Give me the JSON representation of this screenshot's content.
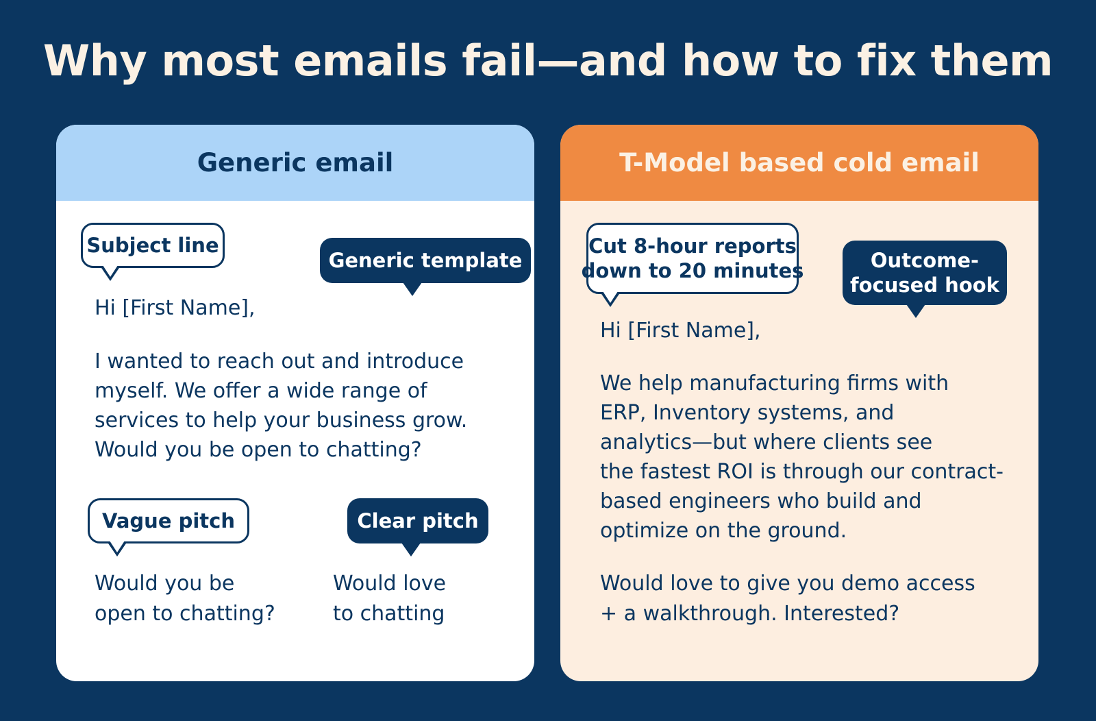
{
  "title": "Why most emails fail—and how to fix them",
  "generic": {
    "header": "Generic email",
    "subject_label": "Subject line",
    "template_label": "Generic template",
    "greeting": "Hi [First Name],",
    "body": [
      "I wanted to reach out and introduce",
      "myself. We offer a wide range of",
      "services to help your business grow.",
      "Would you be open to chatting?"
    ],
    "vague_label": "Vague pitch",
    "clear_label": "Clear pitch",
    "vague_text": [
      "Would you be",
      "open to chatting?"
    ],
    "clear_text": [
      "Would love",
      "to chatting"
    ]
  },
  "tmodel": {
    "header": "T-Model based cold email",
    "subject": [
      "Cut 8-hour reports",
      "down to 20 minutes"
    ],
    "hook_label": [
      "Outcome-",
      "focused hook"
    ],
    "greeting": "Hi [First Name],",
    "body": [
      "We help manufacturing firms with",
      "ERP, Inventory systems, and",
      "analytics—but where clients see",
      "the fastest ROI is through our contract-",
      "based engineers who build and",
      "optimize on the ground."
    ],
    "closing": [
      "Would love to give you demo access",
      "+ a walkthrough. Interested?"
    ]
  },
  "colors": {
    "background": "#0b3660",
    "generic_header": "#acd4f8",
    "tmodel_header": "#ef8a42",
    "tmodel_panel": "#fdeee0"
  }
}
